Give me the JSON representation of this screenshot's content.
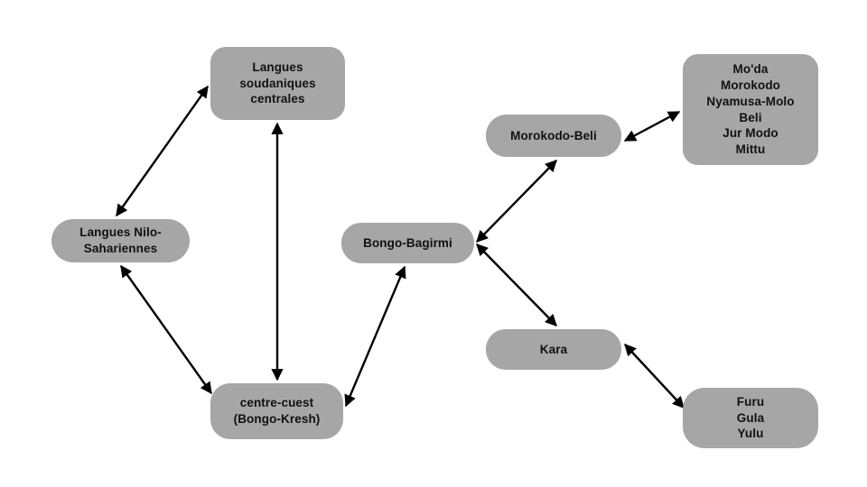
{
  "diagram": {
    "type": "node-link-graph",
    "background_color": "#ffffff",
    "node_fill_color": "#a6a6a6",
    "node_text_color": "#111111",
    "edge_color": "#000000",
    "nodes": [
      {
        "id": "nilo-saharan",
        "label": "Langues Nilo-\nSahariennes",
        "lines": [
          "Langues Nilo-",
          "Sahariennes"
        ]
      },
      {
        "id": "central-sudanic",
        "label": "Langues\nsoudaniques\ncentrales",
        "lines": [
          "Langues",
          "soudaniques",
          "centrales"
        ]
      },
      {
        "id": "centre-ouest",
        "label": "centre-cuest\n(Bongo-Kresh)",
        "lines": [
          "centre-cuest",
          "(Bongo-Kresh)"
        ]
      },
      {
        "id": "bongo-bagirmi",
        "label": "Bongo-Bagirmi",
        "lines": [
          "Bongo-Bagirmi"
        ]
      },
      {
        "id": "morokodo-beli",
        "label": "Morokodo-Beli",
        "lines": [
          "Morokodo-Beli"
        ]
      },
      {
        "id": "kara",
        "label": "Kara",
        "lines": [
          "Kara"
        ]
      },
      {
        "id": "moda-group",
        "label": "Mo'da\nMorokodo\nNyamusa-Molo\nBeli\nJur Modo\nMittu",
        "lines": [
          "Mo'da",
          "Morokodo",
          "Nyamusa-Molo",
          "Beli",
          "Jur Modo",
          "Mittu"
        ]
      },
      {
        "id": "furu-group",
        "label": "Furu\nGula\nYulu",
        "lines": [
          "Furu",
          "Gula",
          "Yulu"
        ]
      }
    ],
    "edges": [
      {
        "id": "edge-nilo-central",
        "from": "nilo-saharan",
        "to": "central-sudanic",
        "style": "double-arrow"
      },
      {
        "id": "edge-central-centreouest",
        "from": "central-sudanic",
        "to": "centre-ouest",
        "style": "double-arrow"
      },
      {
        "id": "edge-nilo-centreouest",
        "from": "nilo-saharan",
        "to": "centre-ouest",
        "style": "double-arrow"
      },
      {
        "id": "edge-centreouest-bongo",
        "from": "centre-ouest",
        "to": "bongo-bagirmi",
        "style": "double-arrow"
      },
      {
        "id": "edge-bongo-morokodo",
        "from": "bongo-bagirmi",
        "to": "morokodo-beli",
        "style": "double-arrow"
      },
      {
        "id": "edge-bongo-kara",
        "from": "bongo-bagirmi",
        "to": "kara",
        "style": "double-arrow"
      },
      {
        "id": "edge-morokodo-moda",
        "from": "morokodo-beli",
        "to": "moda-group",
        "style": "double-arrow"
      },
      {
        "id": "edge-kara-furu",
        "from": "kara",
        "to": "furu-group",
        "style": "double-arrow"
      }
    ]
  }
}
